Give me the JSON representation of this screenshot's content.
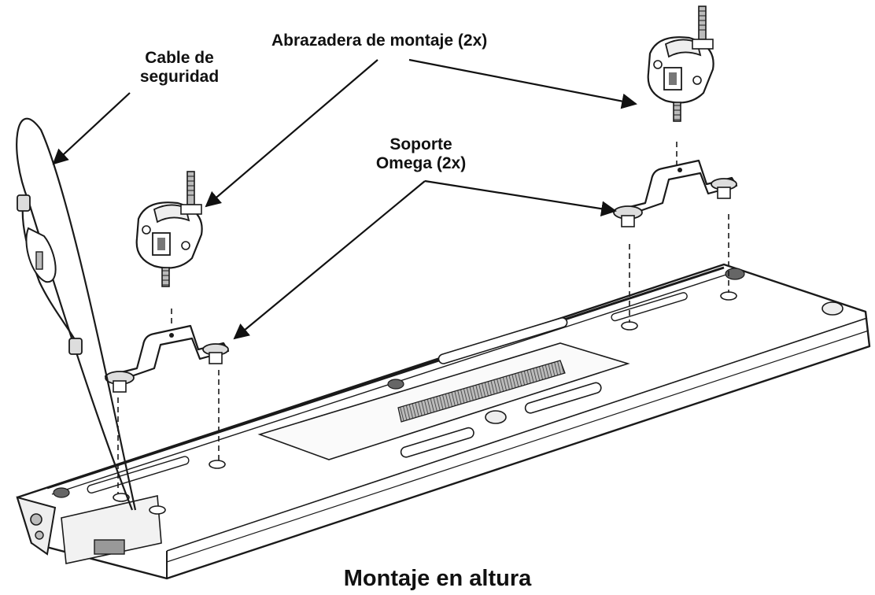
{
  "labels": {
    "safety_cable": [
      "Cable de",
      "seguridad"
    ],
    "mounting_clamp": "Abrazadera de montaje (2x)",
    "omega_bracket": [
      "Soporte",
      "Omega (2x)"
    ],
    "title": "Montaje en altura"
  },
  "colors": {
    "line": "#1a1a1a",
    "fill": "#ffffff",
    "shade": "#dcdcdc",
    "dark": "#6a6a6a"
  },
  "icons": [
    "mounting-clamp-icon",
    "omega-bracket-icon",
    "safety-cable-icon",
    "fixture-bar-icon"
  ]
}
